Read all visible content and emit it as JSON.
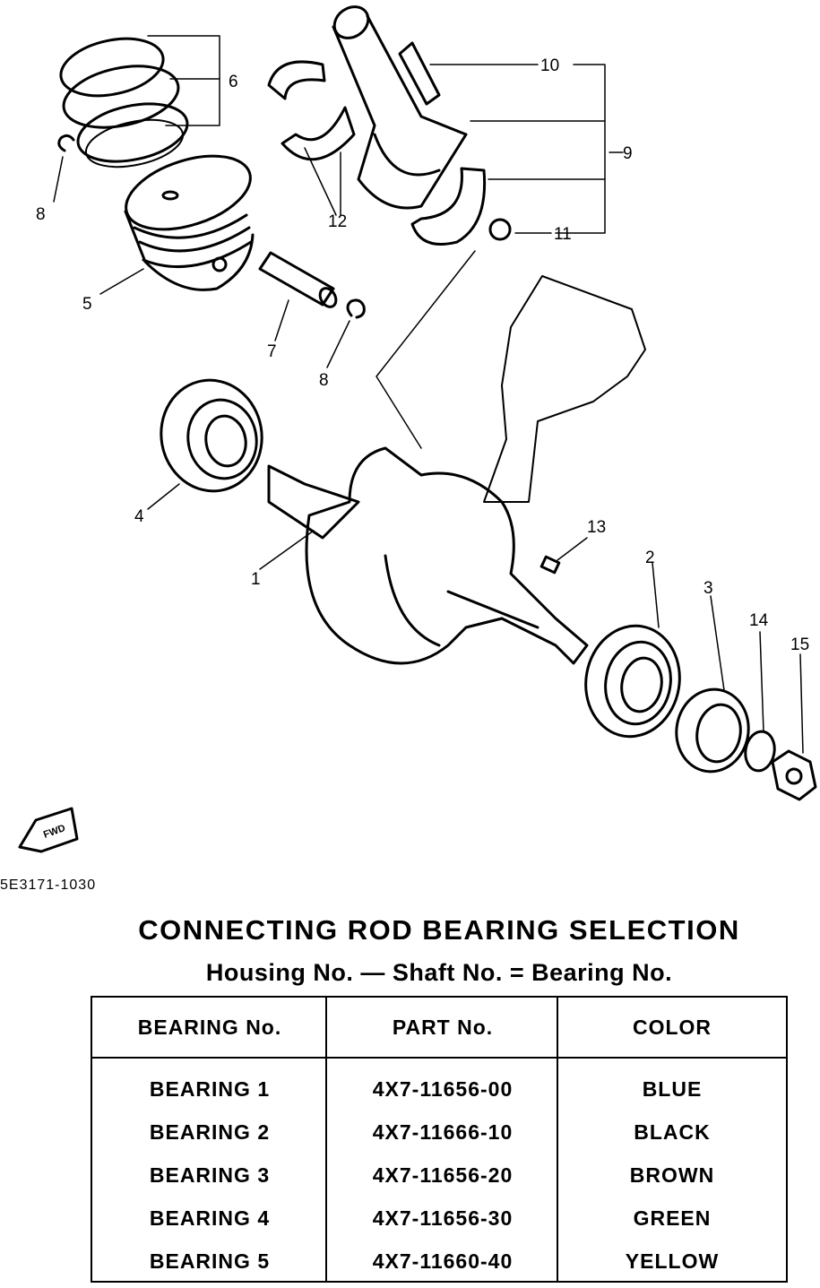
{
  "diagram": {
    "reference_code": "5E3171-1030",
    "fwd_label": "FWD",
    "callouts": [
      "1",
      "2",
      "3",
      "4",
      "5",
      "6",
      "7",
      "8",
      "8",
      "9",
      "10",
      "11",
      "12",
      "13",
      "14",
      "15"
    ]
  },
  "selection": {
    "title": "CONNECTING ROD BEARING SELECTION",
    "formula": "Housing No. — Shaft No. = Bearing No."
  },
  "table": {
    "headers": [
      "BEARING No.",
      "PART No.",
      "COLOR"
    ],
    "rows": [
      [
        "BEARING 1",
        "4X7-11656-00",
        "BLUE"
      ],
      [
        "BEARING 2",
        "4X7-11666-10",
        "BLACK"
      ],
      [
        "BEARING 3",
        "4X7-11656-20",
        "BROWN"
      ],
      [
        "BEARING 4",
        "4X7-11656-30",
        "GREEN"
      ],
      [
        "BEARING 5",
        "4X7-11660-40",
        "YELLOW"
      ]
    ]
  }
}
